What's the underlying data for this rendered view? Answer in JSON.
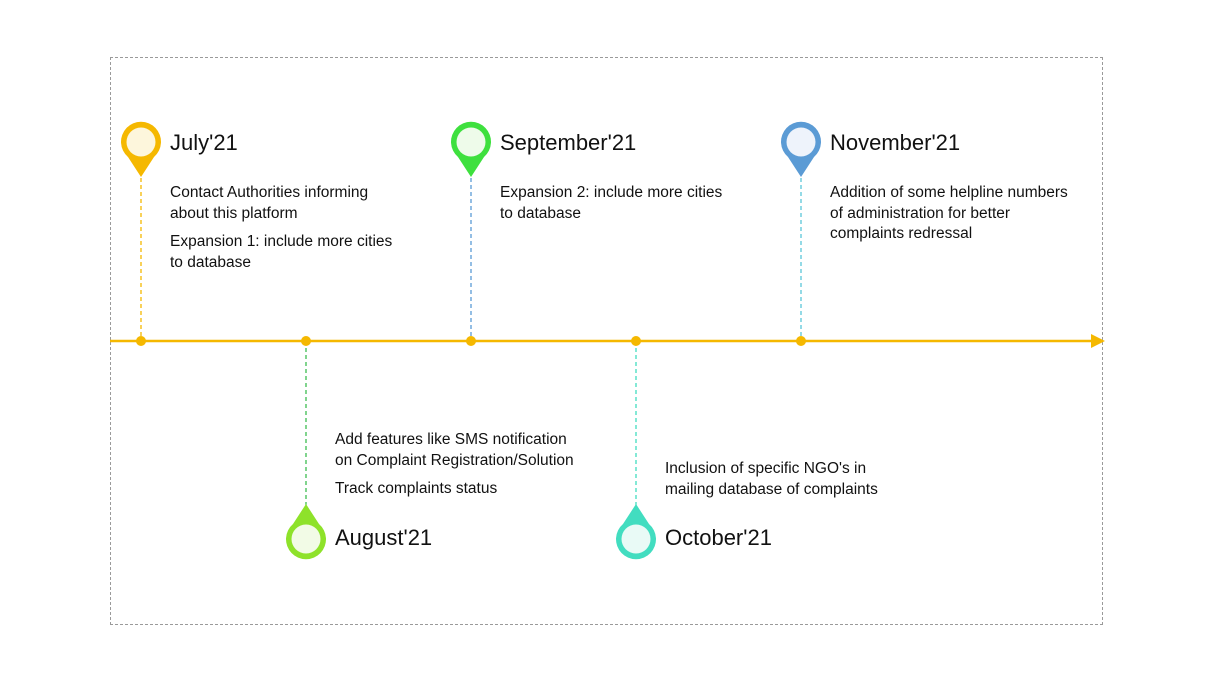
{
  "colors": {
    "axis": "#f5b800",
    "july": "#f5b800",
    "august": "#8ee22a",
    "september": "#3ee03e",
    "october": "#42ddc0",
    "november": "#5b9bd5"
  },
  "milestones": [
    {
      "id": "july",
      "title": "July'21",
      "paragraphs": [
        [
          "Contact Authorities informing",
          "about this platform"
        ],
        [
          "Expansion 1: include more cities",
          "to database"
        ]
      ]
    },
    {
      "id": "august",
      "title": "August'21",
      "paragraphs": [
        [
          "Add features like SMS notification",
          "on Complaint Registration/Solution"
        ],
        [
          "Track complaints status"
        ]
      ]
    },
    {
      "id": "september",
      "title": "September'21",
      "paragraphs": [
        [
          "Expansion 2: include more cities",
          "to database"
        ]
      ]
    },
    {
      "id": "october",
      "title": "October'21",
      "paragraphs": [
        [
          "Inclusion of specific NGO's in",
          "mailing database of complaints"
        ]
      ]
    },
    {
      "id": "november",
      "title": "November'21",
      "paragraphs": [
        [
          "Addition of some helpline numbers",
          "of administration for better",
          "complaints redressal"
        ]
      ]
    }
  ]
}
